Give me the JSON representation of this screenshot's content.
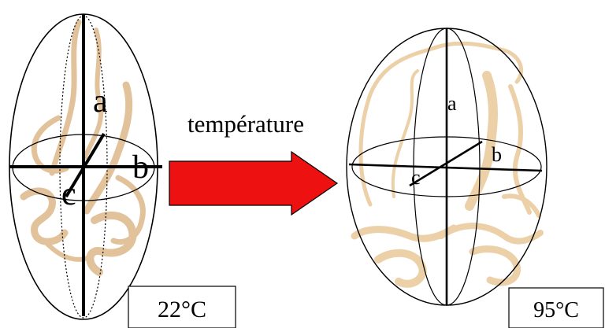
{
  "arrow": {
    "label": "température",
    "fill_color": "#ee1111",
    "stroke_color": "#000000"
  },
  "left_protein": {
    "axis_labels": {
      "a": "a",
      "b": "b",
      "c": "c"
    },
    "temperature": "22°C",
    "ribbon_color": "#e2c29b"
  },
  "right_protein": {
    "axis_labels": {
      "a": "a",
      "b": "b",
      "c": "c"
    },
    "temperature": "95°C",
    "ribbon_color": "#ecd0a8"
  }
}
